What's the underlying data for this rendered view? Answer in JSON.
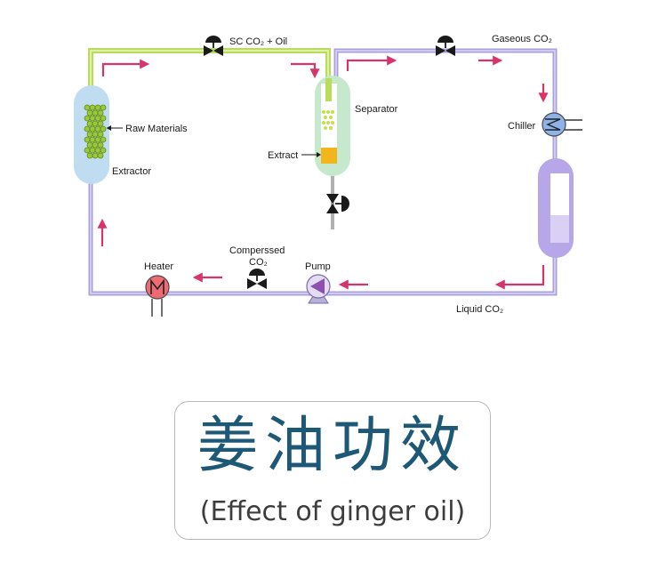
{
  "diagram": {
    "labels": {
      "sc_co2_oil": "SC CO₂ + Oil",
      "gaseous_co2": "Gaseous CO₂",
      "raw_materials": "Raw Materials",
      "extractor": "Extractor",
      "separator": "Separator",
      "extract": "Extract",
      "chiller": "Chiller",
      "heater": "Heater",
      "compressed_line1": "Comperssed",
      "compressed_line2": "CO₂",
      "pump": "Pump",
      "liquid_co2": "Liquid CO₂"
    },
    "colors": {
      "green_pipe": "#b9dc5a",
      "purple_pipe": "#a9a2dc",
      "flow_arrow": "#d8336a",
      "extractor_fill": "#bfdcf0",
      "separator_fill": "#c6e8cc",
      "liquid_tank": "#b7a6e8",
      "extract_fill": "#f2b51c",
      "heater": "#ef6a73",
      "chiller": "#8fb2e8",
      "pump": "#8f4fb0"
    }
  },
  "caption": {
    "title": "姜油功效",
    "subtitle": "(Effect of ginger oil)"
  }
}
